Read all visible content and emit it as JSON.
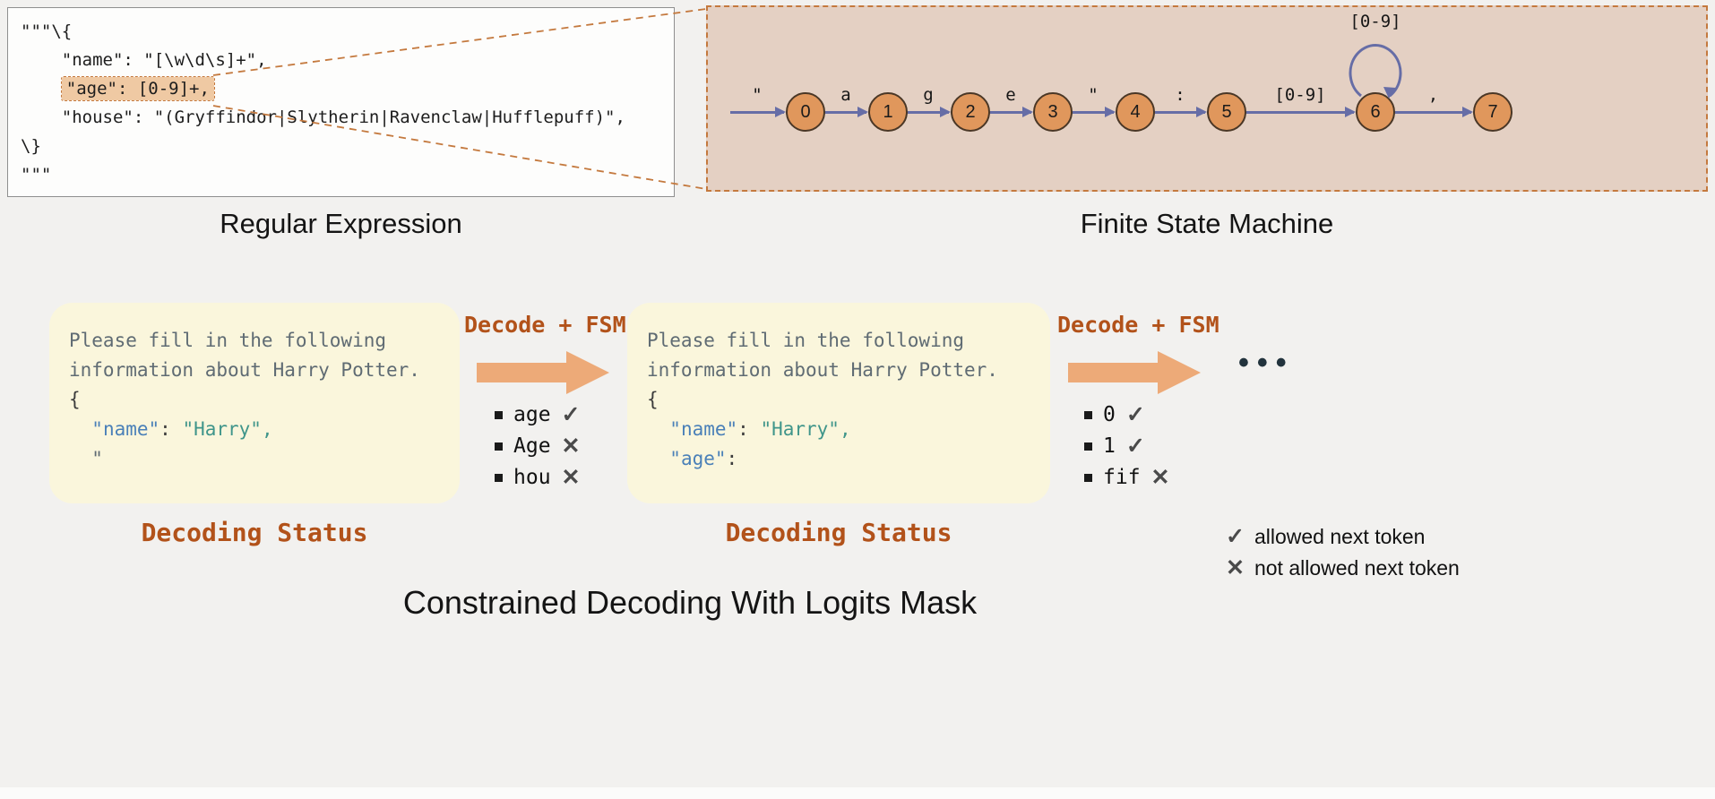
{
  "colors": {
    "page-bg": "#f2f1ef",
    "accent-orange": "#c4793e",
    "fsm-bg": "#e4d0c3",
    "state-fill": "#e0975c",
    "state-border": "#4a3726",
    "arrow-blue": "#666da6",
    "highlight-bg": "#efc9a3",
    "box-bg": "#faf6dc",
    "label-brown": "#b2521a",
    "big-arrow": "#edaa78",
    "key-blue": "#4a80b8",
    "val-teal": "#3f958a",
    "text-gray": "#5f6b73",
    "dark-text": "#3c3c3c",
    "mark-gray": "#4a4a4a"
  },
  "title": "Constrained Decoding With Logits Mask",
  "regex_panel": {
    "caption": "Regular Expression",
    "line1": "\"\"\"\\{",
    "line2": "    \"name\": \"[\\w\\d\\s]+\",",
    "line3_indent": "    ",
    "line3_highlight": "\"age\": [0-9]+,",
    "line4": "    \"house\": \"(Gryffindor|Slytherin|Ravenclaw|Hufflepuff)\",",
    "line5": "\\}",
    "line6": "\"\"\""
  },
  "fsm": {
    "caption": "Finite State Machine",
    "states": [
      "0",
      "1",
      "2",
      "3",
      "4",
      "5",
      "6",
      "7"
    ],
    "transitions": [
      "\"",
      "a",
      "g",
      "e",
      "\"",
      ":",
      "[0-9]",
      ","
    ],
    "self_loop_label": "[0-9]"
  },
  "decoding": {
    "box1_lines": [
      [
        {
          "t": "Please fill in the following"
        }
      ],
      [
        {
          "t": "information about Harry Potter."
        }
      ],
      [
        {
          "t": "{"
        }
      ],
      [
        {
          "t": "  "
        },
        {
          "t": "\"name\""
        },
        {
          "t": ": "
        },
        {
          "t": "\"Harry\","
        }
      ],
      [
        {
          "t": "  \""
        }
      ]
    ],
    "box2_lines": [
      [
        {
          "t": "Please fill in the following"
        }
      ],
      [
        {
          "t": "information about Harry Potter."
        }
      ],
      [
        {
          "t": "{"
        }
      ],
      [
        {
          "t": "  "
        },
        {
          "t": "\"name\""
        },
        {
          "t": ": "
        },
        {
          "t": "\"Harry\","
        }
      ],
      [
        {
          "t": "  "
        },
        {
          "t": "\"age\""
        },
        {
          "t": ":"
        }
      ]
    ],
    "arrow1_label": "Decode + FSM",
    "arrow2_label": "Decode + FSM",
    "tokens1": [
      {
        "label": "age",
        "mark": "✓"
      },
      {
        "label": "Age",
        "mark": "✕"
      },
      {
        "label": "hou",
        "mark": "✕"
      }
    ],
    "tokens2": [
      {
        "label": "0",
        "mark": "✓"
      },
      {
        "label": "1",
        "mark": "✓"
      },
      {
        "label": "fif",
        "mark": "✕"
      }
    ],
    "status1": "Decoding Status",
    "status2": "Decoding Status",
    "ellipsis": "•••"
  },
  "legend": {
    "check": "✓",
    "cross": "✕",
    "allowed": "allowed next token",
    "not_allowed": "not allowed next token"
  }
}
